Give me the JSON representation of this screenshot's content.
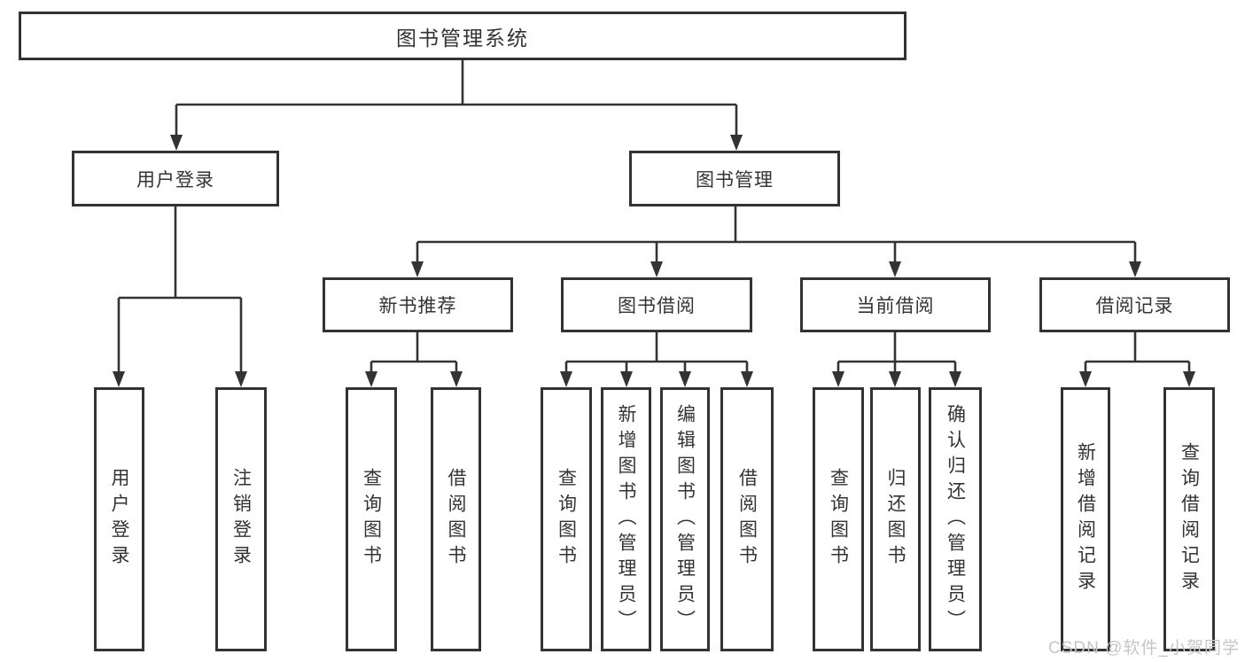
{
  "diagram": {
    "root": {
      "label": "图书管理系统"
    },
    "branches": [
      {
        "label": "用户登录",
        "children": [
          {
            "label": "用户登录"
          },
          {
            "label": "注销登录"
          }
        ]
      },
      {
        "label": "图书管理",
        "children": [
          {
            "label": "新书推荐",
            "children": [
              {
                "label": "查询图书"
              },
              {
                "label": "借阅图书"
              }
            ]
          },
          {
            "label": "图书借阅",
            "children": [
              {
                "label": "查询图书"
              },
              {
                "label": "新增图书（管理员）"
              },
              {
                "label": "编辑图书（管理员）"
              },
              {
                "label": "借阅图书"
              }
            ]
          },
          {
            "label": "当前借阅",
            "children": [
              {
                "label": "查询图书"
              },
              {
                "label": "归还图书"
              },
              {
                "label": "确认归还（管理员）"
              }
            ]
          },
          {
            "label": "借阅记录",
            "children": [
              {
                "label": "新增借阅记录"
              },
              {
                "label": "查询借阅记录"
              }
            ]
          }
        ]
      }
    ]
  },
  "watermark": {
    "text": "CSDN @软件_小贺同学"
  },
  "colors": {
    "line": "#333333",
    "text": "#333333",
    "box_fill": "#ffffff",
    "watermark": "#c6c6c6",
    "background": "#ffffff"
  }
}
